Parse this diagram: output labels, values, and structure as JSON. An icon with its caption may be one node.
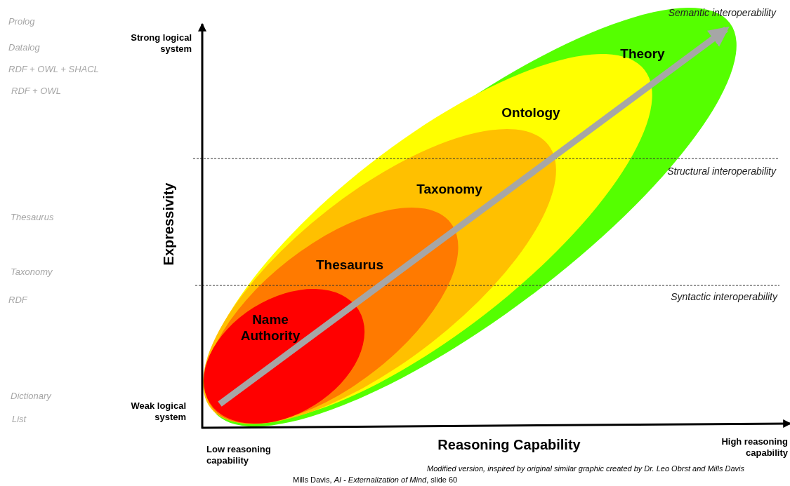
{
  "diagram": {
    "nodes": [
      {
        "text": [
          "Theory"
        ]
      },
      {
        "text": [
          "Ontology"
        ],
        "in": 0
      },
      {
        "text": [
          "Taxonomy"
        ],
        "in": 1
      },
      {
        "text": [
          "Thesaurus"
        ],
        "in": 2
      },
      {
        "text": [
          "Name Authority"
        ],
        "in": 3
      }
    ],
    "edges": [
      {
        "from": 4,
        "to": 0,
        "arrow": "to"
      }
    ],
    "labels": [
      "Prolog",
      "Semantic interoperability",
      "Datalog",
      "Strong logical system",
      "RDF + OWL + SHACL",
      "RDF + OWL",
      "Structural interoperability",
      "Expressivity",
      "Thesaurus",
      "Taxonomy",
      "RDF",
      "Syntactic interoperability",
      "Dictionary",
      "Weak logical system",
      "List",
      "Low reasoning capability",
      "Reasoning Capability",
      "High reasoning capability",
      "Modified version, inspired by original similar graphic created by Dr. Leo Obrst and Mills Davis",
      "Mills Davis, *AI - Externalization of Mind*, slide 60"
    ]
  }
}
